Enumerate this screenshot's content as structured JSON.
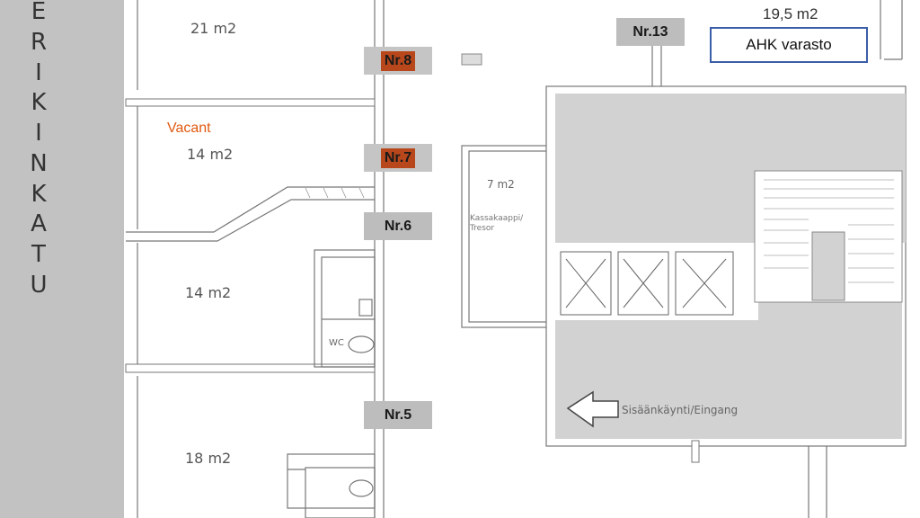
{
  "street": {
    "letters": [
      "E",
      "R",
      "I",
      "K",
      "I",
      "N",
      "K",
      "A",
      "T",
      "U"
    ]
  },
  "rooms": {
    "r21": "21 m2",
    "r14a": "14 m2",
    "r14b": "14 m2",
    "r18": "18 m2",
    "r7": "7 m2",
    "r19": "19,5 m2",
    "vault_label": "Kassakaappi/ Tresor",
    "wc": "WC"
  },
  "vacant_label": "Vacant",
  "tags": {
    "nr8": "Nr.8",
    "nr7": "Nr.7",
    "nr6": "Nr.6",
    "nr5": "Nr.5",
    "nr13": "Nr.13"
  },
  "ahk_label": "AHK varasto",
  "entrance_label": "Sisäänkäynti/Eingang",
  "colors": {
    "highlight": "#b8481c",
    "vacant_text": "#e05a10",
    "ahk_border": "#3a5ea8",
    "tag_bg": "#bdbdbd",
    "street_band": "#c2c2c2"
  }
}
